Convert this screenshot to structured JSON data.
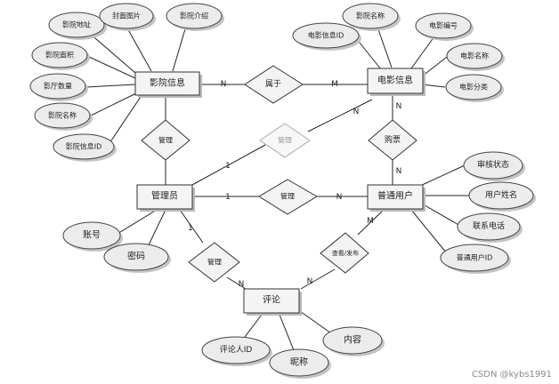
{
  "entities": {
    "cinema": "影院信息",
    "movie": "电影信息",
    "admin": "管理员",
    "user": "普通用户",
    "comment": "评论"
  },
  "relations": {
    "belongs": "属于",
    "manage_cinema": "管理",
    "manage_movie": "管理",
    "manage_user": "管理",
    "purchase": "购票",
    "manage_comment": "管理",
    "view_publish": "查看/发布"
  },
  "attributes": {
    "cinema_address": "影院地址",
    "cover_image": "封面图片",
    "cinema_intro": "影院介绍",
    "cinema_area": "影院面积",
    "hall_count": "影厅数量",
    "cinema_name": "影院名称",
    "cinema_id": "影院信息ID",
    "movie_info_id": "电影信息ID",
    "movie_name_top": "影院名称",
    "movie_number": "电影编号",
    "movie_name": "电影名称",
    "movie_category": "电影分类",
    "review_status": "审核状态",
    "user_name": "用户姓名",
    "phone": "联系电话",
    "user_id": "普通用户ID",
    "account": "账号",
    "password": "密码",
    "commenter_id": "评论人ID",
    "nickname": "昵称",
    "content": "内容"
  },
  "cardinalities": {
    "belongs_cinema": "N",
    "belongs_movie": "M",
    "manage_movie_at_movie": "N",
    "purchase_at_movie": "N",
    "purchase_at_user": "N",
    "manage_cinema_at_admin": "1",
    "manage_user_at_admin": "1",
    "manage_user_at_user": "N",
    "manage_comment_at_admin": "1",
    "manage_comment_at_comment": "N",
    "view_publish_at_user": "M",
    "view_publish_at_comment": "N"
  },
  "watermark": "CSDN @kybs1991"
}
